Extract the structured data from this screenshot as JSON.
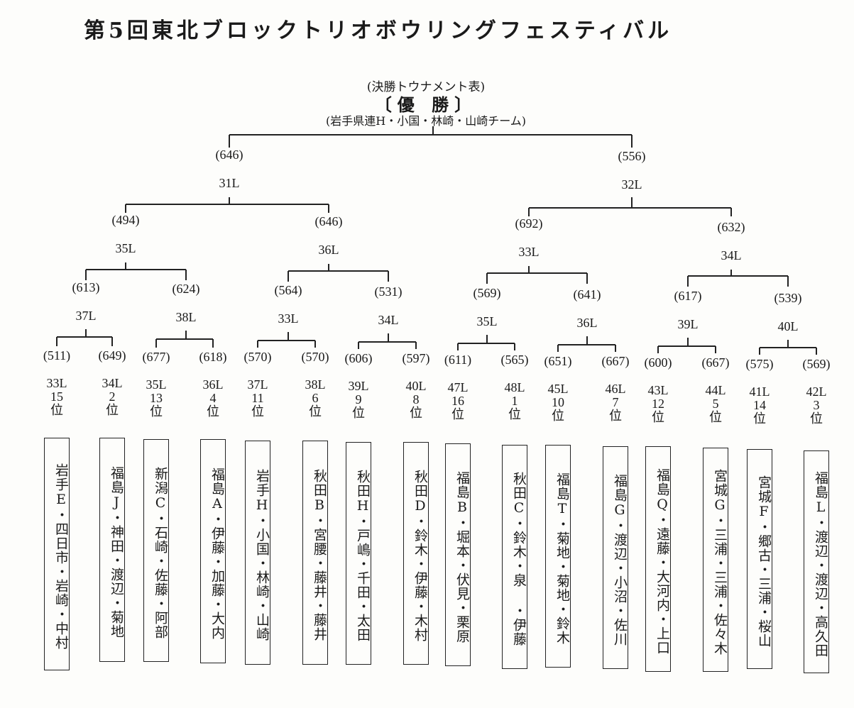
{
  "header": {
    "title": "第5回東北ブロックトリオボウリングフェスティバル",
    "subtitle": "(決勝トウナメント表)",
    "champion_label": "〔優 勝〕",
    "champion_team": "(岩手県連H・小国・林崎・山崎チーム)"
  },
  "round1": [
    {
      "score": "(646)",
      "lane": "31L"
    },
    {
      "score": "(556)",
      "lane": "32L"
    }
  ],
  "round2": [
    {
      "score": "(494)",
      "lane": "35L"
    },
    {
      "score": "(646)",
      "lane": "36L"
    },
    {
      "score": "(692)",
      "lane": "33L"
    },
    {
      "score": "(632)",
      "lane": "34L"
    }
  ],
  "round3": [
    {
      "score": "(613)",
      "lane": "37L"
    },
    {
      "score": "(624)",
      "lane": "38L"
    },
    {
      "score": "(564)",
      "lane": "33L"
    },
    {
      "score": "(531)",
      "lane": "34L"
    },
    {
      "score": "(569)",
      "lane": "35L"
    },
    {
      "score": "(641)",
      "lane": "36L"
    },
    {
      "score": "(617)",
      "lane": "39L"
    },
    {
      "score": "(539)",
      "lane": "40L"
    }
  ],
  "teams": [
    {
      "score": "(511)",
      "lane": "33L",
      "rank": "15",
      "pos": "位",
      "name": "岩手E・四日市・岩崎・中村"
    },
    {
      "score": "(649)",
      "lane": "34L",
      "rank": "2",
      "pos": "位",
      "name": "福島J・神田・渡辺・菊地"
    },
    {
      "score": "(677)",
      "lane": "35L",
      "rank": "13",
      "pos": "位",
      "name": "新潟C・石崎・佐藤・阿部"
    },
    {
      "score": "(618)",
      "lane": "36L",
      "rank": "4",
      "pos": "位",
      "name": "福島A・伊藤・加藤・大内"
    },
    {
      "score": "(570)",
      "lane": "37L",
      "rank": "11",
      "pos": "位",
      "name": "岩手H・小国・林崎・山崎"
    },
    {
      "score": "(570)",
      "lane": "38L",
      "rank": "6",
      "pos": "位",
      "name": "秋田B・宮腰・藤井・藤井"
    },
    {
      "score": "(606)",
      "lane": "39L",
      "rank": "9",
      "pos": "位",
      "name": "秋田H・戸嶋・千田・太田"
    },
    {
      "score": "(597)",
      "lane": "40L",
      "rank": "8",
      "pos": "位",
      "name": "秋田D・鈴木・伊藤・木村"
    },
    {
      "score": "(611)",
      "lane": "47L",
      "rank": "16",
      "pos": "位",
      "name": "福島B・堀本・伏見・栗原"
    },
    {
      "score": "(565)",
      "lane": "48L",
      "rank": "1",
      "pos": "位",
      "name": "秋田C・鈴木・泉 ・伊藤"
    },
    {
      "score": "(651)",
      "lane": "45L",
      "rank": "10",
      "pos": "位",
      "name": "福島T・菊地・菊地・鈴木"
    },
    {
      "score": "(667)",
      "lane": "46L",
      "rank": "7",
      "pos": "位",
      "name": "福島G・渡辺・小沼・佐川"
    },
    {
      "score": "(600)",
      "lane": "43L",
      "rank": "12",
      "pos": "位",
      "name": "福島Q・遠藤・大河内・上口"
    },
    {
      "score": "(667)",
      "lane": "44L",
      "rank": "5",
      "pos": "位",
      "name": "宮城G・三浦・三浦・佐々木"
    },
    {
      "score": "(575)",
      "lane": "41L",
      "rank": "14",
      "pos": "位",
      "name": "宮城F・郷古・三浦・桜山"
    },
    {
      "score": "(569)",
      "lane": "42L",
      "rank": "3",
      "pos": "位",
      "name": "福島L・渡辺・渡辺・高久田"
    }
  ]
}
